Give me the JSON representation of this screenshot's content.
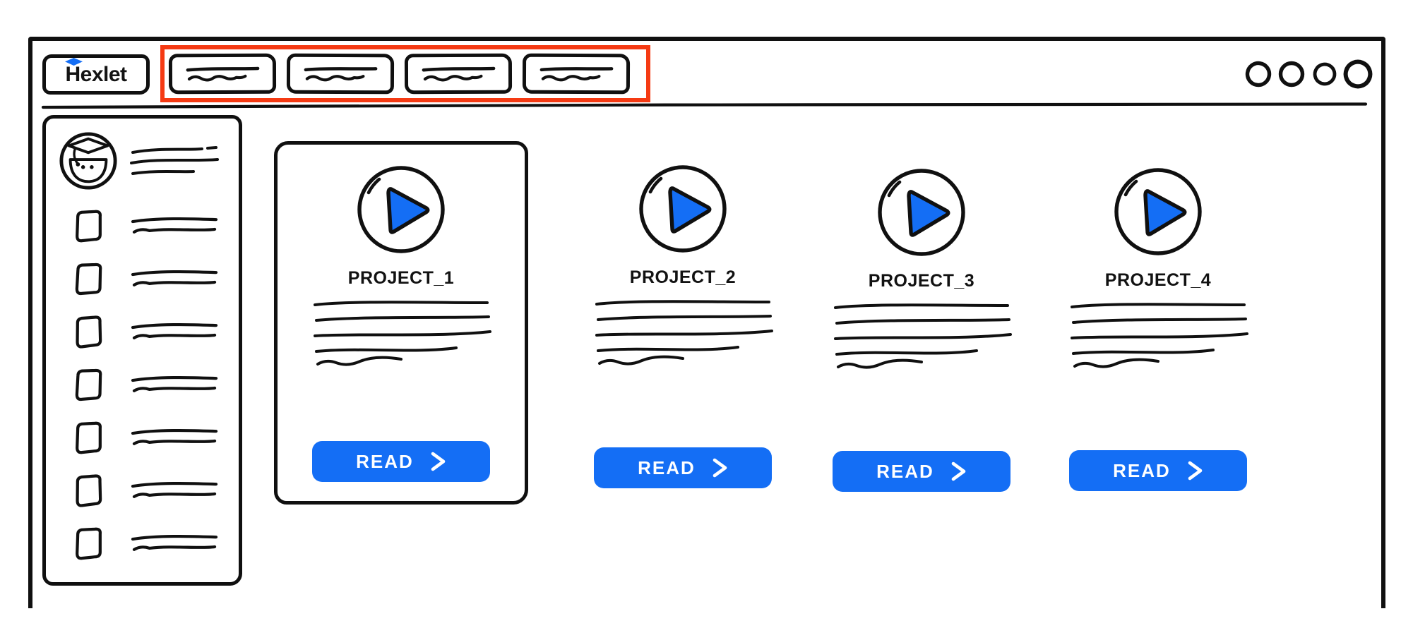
{
  "header": {
    "logo_text": "Hexlet",
    "nav_box_count": 4,
    "window_control_count": 4
  },
  "sidebar": {
    "profile_line_count": 3,
    "item_count": 7
  },
  "main": {
    "cards": [
      {
        "title": "PROJECT_1",
        "button_label": "READ",
        "selected": true
      },
      {
        "title": "PROJECT_2",
        "button_label": "READ",
        "selected": false
      },
      {
        "title": "PROJECT_3",
        "button_label": "READ",
        "selected": false
      },
      {
        "title": "PROJECT_4",
        "button_label": "READ",
        "selected": false
      }
    ]
  },
  "colors": {
    "ink": "#101010",
    "accent_blue": "#146ef5",
    "highlight_red": "#f53a13",
    "background": "#ffffff"
  },
  "icons": {
    "logo_mark": "graduation-cap-diamond-icon",
    "card_media": "play-icon",
    "button_arrow": "chevron-right-icon",
    "sidebar_avatar": "student-graduate-avatar-icon"
  }
}
